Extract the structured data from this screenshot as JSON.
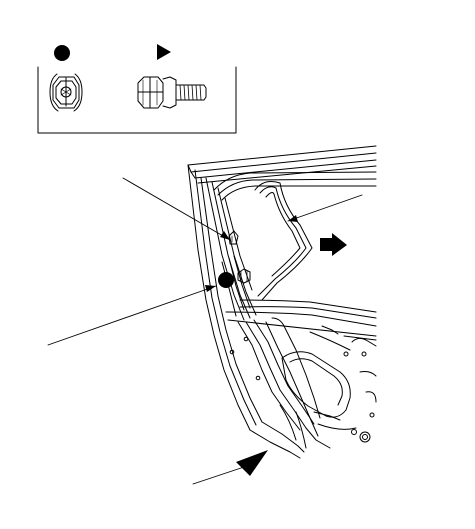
{
  "figure": {
    "legend": {
      "items": [
        {
          "symbol": "filled-circle",
          "depicts": "flange-nut-icon"
        },
        {
          "symbol": "filled-triangle",
          "depicts": "flange-bolt-icon"
        }
      ]
    },
    "callouts": [
      "upper-pointer",
      "middle-pointer",
      "lower-pointer",
      "window-frame-pointer"
    ],
    "colors": {
      "ink": "#000000",
      "background": "#ffffff"
    }
  }
}
